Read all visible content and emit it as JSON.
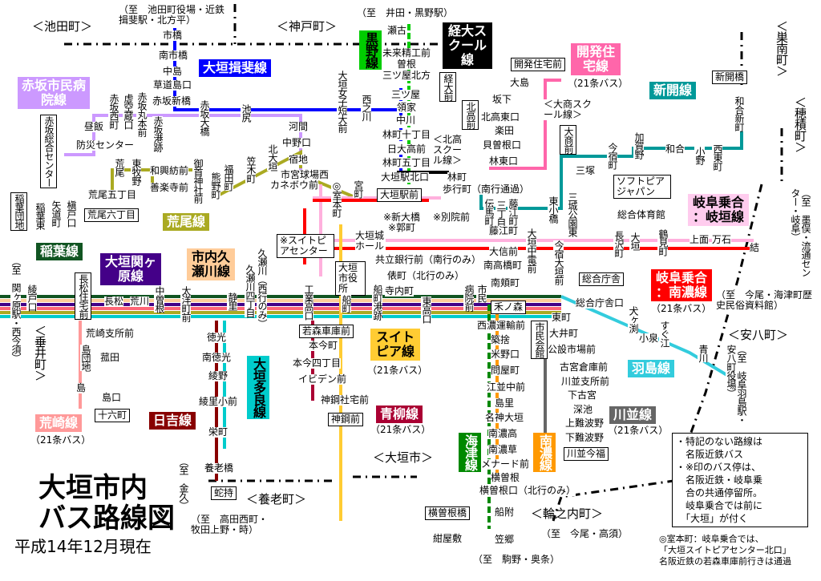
{
  "title": {
    "line1": "大垣市内",
    "line2": "バス路線図",
    "date": "平成14年12月現在"
  },
  "areas": [
    "＜池田町＞",
    "＜神戸町＞",
    "＜巣南町＞",
    "＜穂積町＞",
    "＜安八町＞",
    "＜大垣市＞",
    "＜養老町＞",
    "＜輪之内町＞",
    "＜垂井町＞"
  ],
  "routes": [
    {
      "name": "大垣揖斐線",
      "color": "#0000ff"
    },
    {
      "name": "赤坂市民病院線",
      "color": "#cc99ff"
    },
    {
      "name": "黒野線",
      "color": "#00cc00"
    },
    {
      "name": "経大スクール線",
      "color": "#000000"
    },
    {
      "name": "開発住宅線",
      "color": "#ff66aa",
      "note": "（21条バス）"
    },
    {
      "name": "新開線",
      "color": "#009999"
    },
    {
      "name": "岐阜乗合：岐垣線",
      "color": "#ffccee"
    },
    {
      "name": "岐阜乗合：南濃線",
      "color": "#ff0000",
      "note": "（21条バス）"
    },
    {
      "name": "羽島線",
      "color": "#33ccdd"
    },
    {
      "name": "川並線",
      "color": "#666666",
      "note": "（21条バス）"
    },
    {
      "name": "南濃線",
      "color": "#ff9900"
    },
    {
      "name": "海津線",
      "color": "#008800"
    },
    {
      "name": "青柳線",
      "color": "#aa0033",
      "note": "（21条バス）"
    },
    {
      "name": "スイトピア線",
      "color": "#ffcc33",
      "note": "（21条バス）"
    },
    {
      "name": "大垣多良線",
      "color": "#00cccc"
    },
    {
      "name": "日吉線",
      "color": "#880000"
    },
    {
      "name": "荒崎線",
      "color": "#ff9999",
      "note": "（21条バス）"
    },
    {
      "name": "市内久瀬川線",
      "color": "#ffcc99"
    },
    {
      "name": "大垣関ヶ原線",
      "color": "#440088"
    },
    {
      "name": "稲葉線",
      "color": "#115522"
    },
    {
      "name": "荒尾線",
      "color": "#aaaa22"
    }
  ],
  "stops": [
    "（至　池田町役場・近鉄揖斐駅・北方平）",
    "市橋",
    "南市橋",
    "中島",
    "草道島口",
    "赤坂新橋",
    "赤坂大橋",
    "池尻",
    "大垣女子短大前",
    "西之川",
    "昼飯",
    "防災センター",
    "赤坂西町",
    "虚空蔵口",
    "赤坂丸本前",
    "赤坂港跡",
    "河間",
    "中野口",
    "宿地",
    "赤坂総合センター",
    "荒尾",
    "東牧野",
    "和興紡前",
    "善楽寺前",
    "御首神社前",
    "熊野町",
    "福田町",
    "笠木町",
    "北大垣",
    "市宮球場西",
    "カネボウ前",
    "荒尾五丁目",
    "荒尾六丁目",
    "◎室本町",
    "宮町",
    "大垣駅前",
    "※新大橋",
    "※別院前",
    "※郭町",
    "大垣城ホール",
    "共立銀行前（南行のみ）",
    "俵町（北行のみ）",
    "大垣市役所",
    "※スイトピアセンター",
    "寺内町",
    "東高口",
    "病院前",
    "市民",
    "禾ノ森",
    "船町港跡",
    "船町",
    "工業高口",
    "（至　井田・黒野駅）",
    "瀬古",
    "未来精工前",
    "曽根",
    "三ツ屋北方",
    "三ツ屋",
    "領家",
    "中川",
    "林町十丁目",
    "日大高前",
    "林町五丁目",
    "大垣駅北口",
    "林町",
    "歩行町（南行通過）",
    "経大前",
    "北高前",
    "北高東口",
    "坂下",
    "大島",
    "開発住宅前",
    "楽田",
    "貝曽根口",
    "林東口",
    "＜大商スクール線＞",
    "＜北高スクール線＞",
    "大商前",
    "伝馬町",
    "三丁目",
    "藤江町",
    "東小橋",
    "三城公園東",
    "三塚",
    "今宿町",
    "加賀野",
    "和合",
    "小野",
    "西東町",
    "和合新町",
    "新開橋",
    "ソフトピアジャパン",
    "総合体育館",
    "藤江町",
    "大信前",
    "南高橋町",
    "南頬町",
    "大垣中電前",
    "今宿大垣前",
    "長沢町",
    "大垣",
    "鶴見町",
    "上面",
    "万石",
    "結",
    "総合庁舎",
    "総合庁舎口",
    "西濃運輸前",
    "築捨",
    "米野口",
    "問屋町",
    "江並中前",
    "島里",
    "名神大垣",
    "南濃高",
    "南濃草",
    "メナード前",
    "横曽根",
    "横曽根口（北行のみ）",
    "船附",
    "笠郷",
    "紺屋敷",
    "横曽根橋",
    "（至　駒野・奥条）",
    "（至　今尾・高須）",
    "市民会館",
    "東町",
    "大井町",
    "公設市場前",
    "古宮倉庫前",
    "川並支所前",
    "下古宮",
    "深池",
    "上難波野",
    "下難波野",
    "川並今福",
    "犬ヶ渕",
    "小泉",
    "すぐ江",
    "青川",
    "（至　岐阜羽島駅・安八町役場）",
    "（至　今尾・海津町歴史民俗資料館）",
    "（至　墨俣・流通センター・岐阜）",
    "若森車庫前",
    "本今町",
    "本今四丁目",
    "イビデン前",
    "神鋼社宅前",
    "神鋼前",
    "徳光",
    "南徳光",
    "綾野",
    "綾里小前",
    "栄町",
    "（至　金久）",
    "養老橋",
    "蛇持",
    "（至　高田西町・牧田上野・時）",
    "久瀬川四丁目",
    "久瀬川（西行のみ）",
    "太洋町前",
    "静里",
    "中曽根",
    "荒川",
    "長松",
    "長松住宅前",
    "荒崎支所前",
    "島団地",
    "菰田",
    "島",
    "島口",
    "十六町",
    "稲葉東",
    "矢道町",
    "槇戸口",
    "稲葉団地",
    "綾戸口",
    "（至　関ヶ原駅・西今須）"
  ],
  "notes": {
    "box": [
      "・特記のない路線は",
      "　名阪近鉄バス",
      "・※印のバス停は、",
      "　名阪近鉄・岐阜乗",
      "　合の共通停留所。",
      "　岐阜乗合では前に",
      "　「大垣」が付く"
    ],
    "muro": [
      "◎室本町：岐阜乗合では、",
      "「大垣スイトピアセンター北口」",
      "名阪近鉄の若森車庫前行きは通過"
    ]
  }
}
